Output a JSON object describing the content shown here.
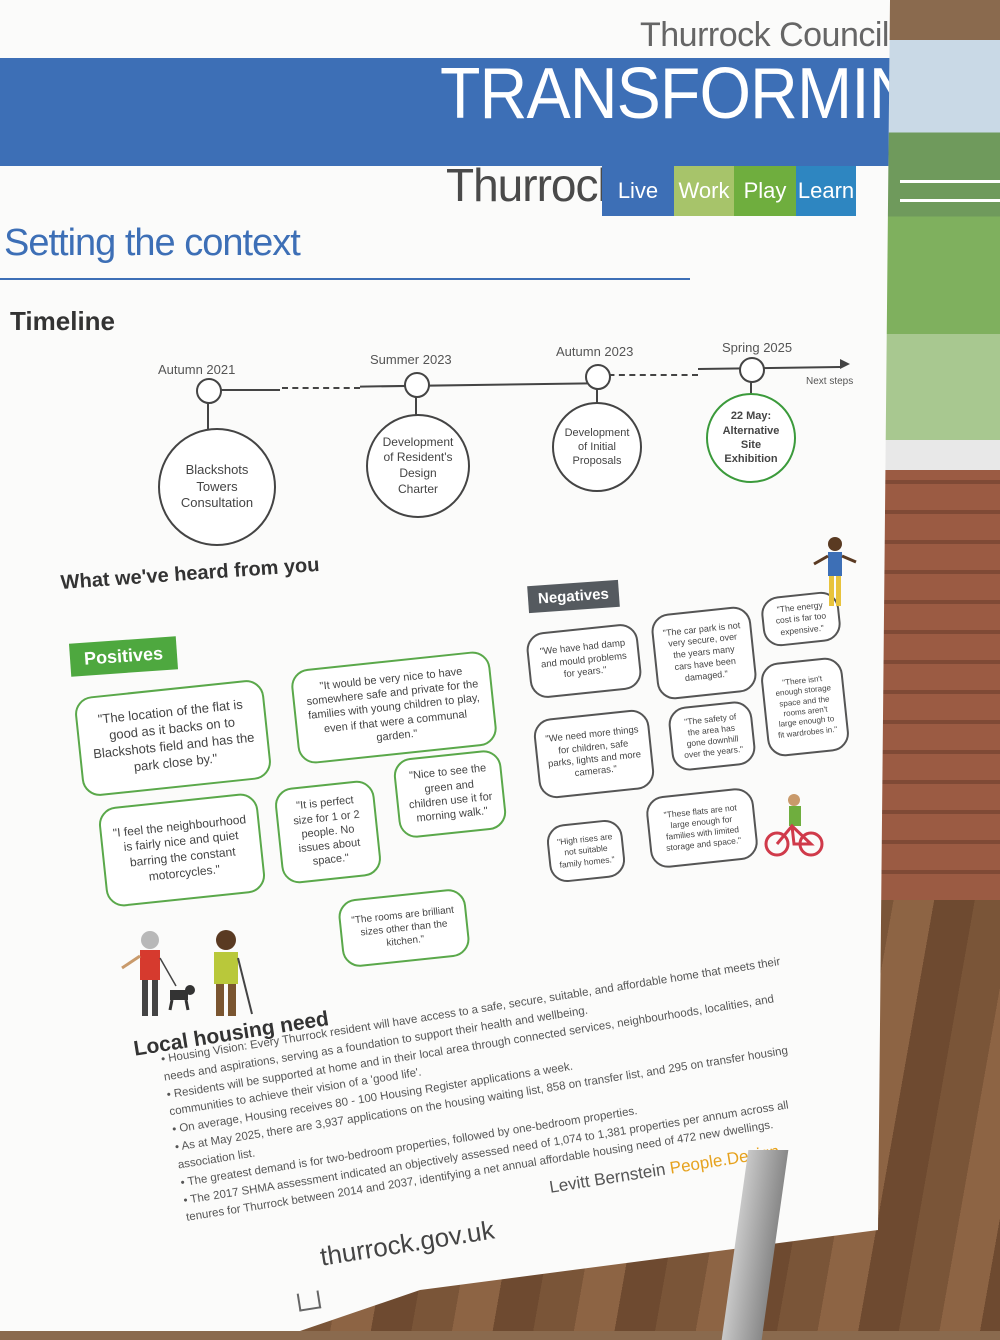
{
  "header": {
    "council": "Thurrock Council",
    "transforming": "TRANSFORMING",
    "thurrock": "Thurrock",
    "tags": [
      "Live",
      "Work",
      "Play",
      "Learn"
    ],
    "colors": {
      "blue": "#3d6fb6",
      "light_green": "#a7c46a",
      "green": "#6fae3e",
      "teal": "#2e86c1"
    }
  },
  "context": {
    "title": "Setting the context"
  },
  "timeline": {
    "heading": "Timeline",
    "next_steps": "Next steps",
    "events": [
      {
        "date": "Autumn 2021",
        "label": "Blackshots Towers Consultation"
      },
      {
        "date": "Summer 2023",
        "label": "Development of Resident's Design Charter"
      },
      {
        "date": "Autumn 2023",
        "label": "Development of Initial Proposals"
      },
      {
        "date": "Spring 2025",
        "label": "22 May: Alternative Site Exhibition"
      }
    ]
  },
  "feedback": {
    "heading": "What we've heard from you",
    "positives_label": "Positives",
    "negatives_label": "Negatives",
    "positives": [
      "\"The location of the flat is good as it backs on to Blackshots field and has the park close by.\"",
      "\"It would be very nice to have somewhere safe and private for the families with young children to play, even if that were a communal garden.\"",
      "\"I feel the neighbourhood is fairly nice and quiet barring the constant motorcycles.\"",
      "\"It is perfect size for 1 or 2 people. No issues about space.\"",
      "\"Nice to see the green and children use it for morning walk.\"",
      "\"The rooms are brilliant sizes other than the kitchen.\""
    ],
    "negatives": [
      "\"We have had damp and mould problems for years.\"",
      "\"The car park is not very secure, over the years many cars have been damaged.\"",
      "\"The energy cost is far too expensive.\"",
      "\"We need more things for children, safe parks, lights and more cameras.\"",
      "\"The safety of the area has gone downhill over the years.\"",
      "\"There isn't enough storage space and the rooms aren't large enough to fit wardrobes in.\"",
      "\"High rises are not suitable family homes.\"",
      "\"These flats are not large enough for families with limited storage and space.\""
    ]
  },
  "housing": {
    "heading": "Local housing need",
    "bullets": [
      "• Housing Vision: Every Thurrock resident will have access to a safe, secure, suitable, and affordable home that meets their",
      "  needs and aspirations, serving as a foundation to support their health and wellbeing.",
      "• Residents will be supported at home and in their local area through connected services, neighbourhoods, localities, and",
      "  communities to achieve their vision of a 'good life'.",
      "• On average, Housing receives 80 - 100 Housing Register applications a week.",
      "• As at May 2025, there are 3,937 applications on the housing waiting list, 858 on transfer list, and 295 on transfer housing",
      "  association list.",
      "• The greatest demand is for two-bedroom properties, followed by one-bedroom properties.",
      "• The 2017 SHMA assessment indicated an objectively assessed need of 1,074 to 1,381 properties per annum across all",
      "  tenures for Thurrock between 2014 and 2037, identifying a net annual affordable housing need of 472 new dwellings."
    ]
  },
  "footer": {
    "url": "thurrock.gov.uk",
    "levitt": "Levitt Bernstein",
    "people_design": "People.Design"
  }
}
